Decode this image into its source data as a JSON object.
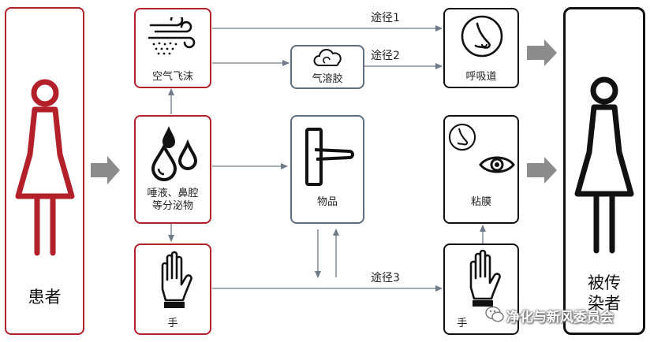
{
  "nodes": {
    "patient": "患者",
    "droplets": "空气飞沫",
    "aerosol": "气溶胶",
    "secretions": "唾液、鼻腔\n等分泌物",
    "object": "物品",
    "hand_left": "手",
    "respiratory": "呼吸道",
    "mucosa": "粘膜",
    "hand_right": "手",
    "infected": "被传\n染者"
  },
  "routes": {
    "route1": "途径1",
    "route2": "途径2",
    "route3": "途径3"
  },
  "watermark": "净化与新风委员会",
  "colors": {
    "source_red": "#b3202a",
    "box_gray": "#5f6f80",
    "arrow_gray": "#808080",
    "big_arrow": "#8c8c8c"
  }
}
